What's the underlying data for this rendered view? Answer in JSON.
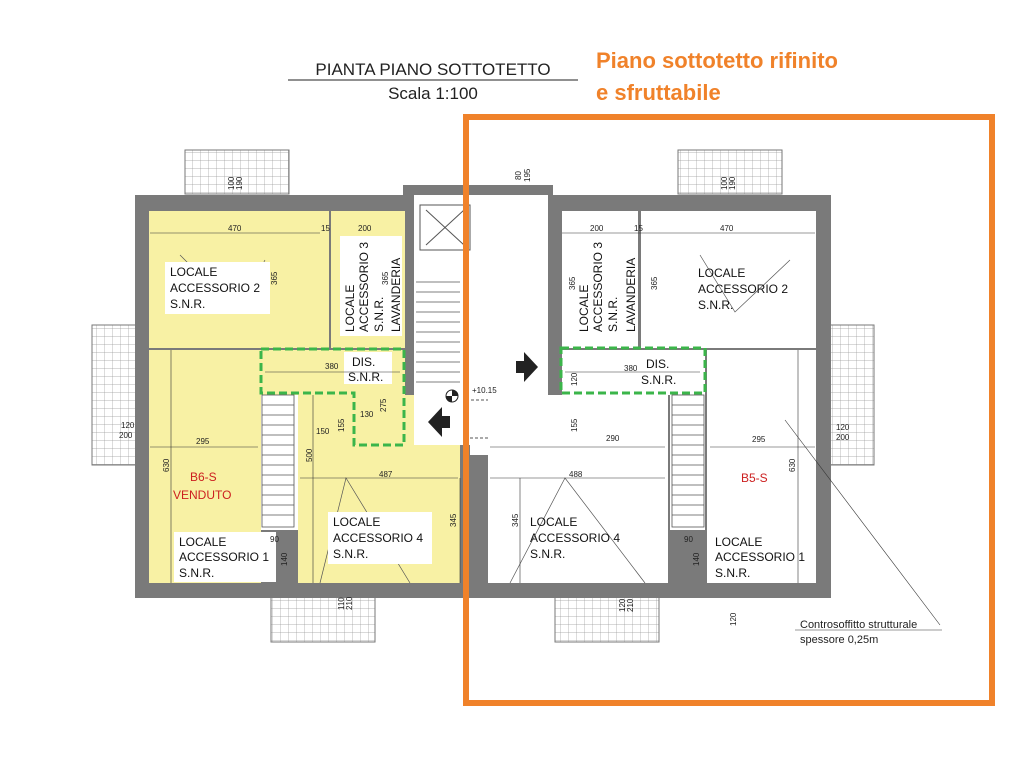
{
  "title": {
    "line1": "PIANTA PIANO SOTTOTETTO",
    "line2": "Scala 1:100"
  },
  "highlight": {
    "line1": "Piano sottotetto rifinito",
    "line2": "e sfruttabile",
    "color": "#f0822a"
  },
  "colors": {
    "room_fill": "#f8f1a4",
    "wall": "#7a7a7a",
    "green": "#3bb54a",
    "orange": "#f0822a"
  },
  "left_unit": {
    "acc2": [
      "LOCALE",
      "ACCESSORIO 2",
      "S.N.R."
    ],
    "acc3": [
      "LOCALE",
      "ACCESSORIO 3",
      "S.N.R."
    ],
    "lav": "LAVANDERIA",
    "dis": [
      "DIS.",
      "S.N.R."
    ],
    "unit": [
      "B6-S",
      "VENDUTO"
    ],
    "acc1": [
      "LOCALE",
      "ACCESSORIO 1",
      "S.N.R."
    ],
    "acc4": [
      "LOCALE",
      "ACCESSORIO 4",
      "S.N.R."
    ]
  },
  "right_unit": {
    "acc2": [
      "LOCALE",
      "ACCESSORIO 2",
      "S.N.R."
    ],
    "acc3": [
      "LOCALE",
      "ACCESSORIO 3",
      "S.N.R."
    ],
    "lav": "LAVANDERIA",
    "dis": [
      "DIS.",
      "S.N.R."
    ],
    "unit": "B5-S",
    "acc4": [
      "LOCALE",
      "ACCESSORIO 4",
      "S.N.R."
    ],
    "acc1": [
      "LOCALE",
      "ACCESSORIO 1",
      "S.N.R."
    ]
  },
  "elevation": "+10.15",
  "note": {
    "line1": "Controsoffitto strutturale",
    "line2": "spessore 0,25m"
  },
  "dims": {
    "d470": "470",
    "d15": "15",
    "d200": "200",
    "d365": "365",
    "d380": "380",
    "d275": "275",
    "d130": "130",
    "d150": "150",
    "d155": "155",
    "d295": "295",
    "d630": "630",
    "d500": "500",
    "d487": "487",
    "d345": "345",
    "d90": "90",
    "d140": "140",
    "d120": "120",
    "d290": "290",
    "d488": "488",
    "d100": "100",
    "d190": "190",
    "d110": "110",
    "d210": "210",
    "d195": "195",
    "d80": "80"
  }
}
